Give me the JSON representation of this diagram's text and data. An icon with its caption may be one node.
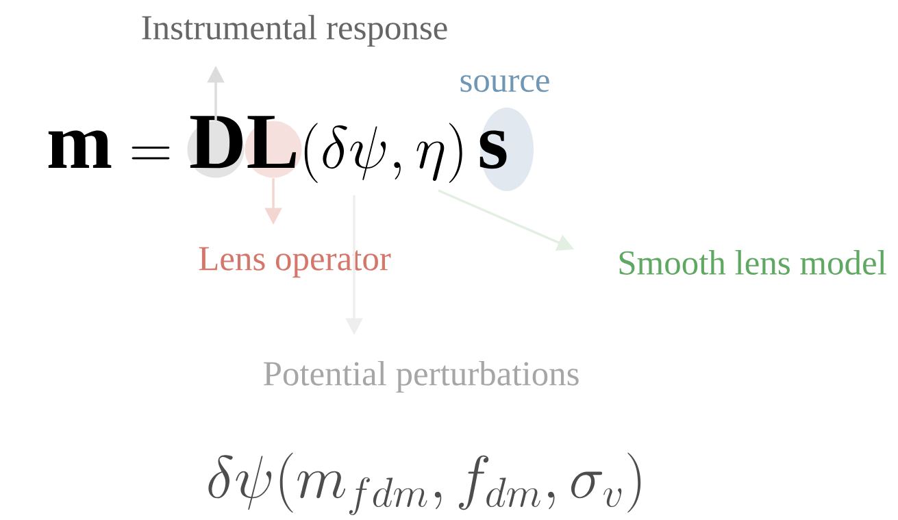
{
  "diagram": {
    "nodes": [
      {
        "text": [
          "Instrumental response"
        ]
      },
      {
        "text": [],
        "shape": "circle"
      },
      {
        "text": [],
        "shape": "circle"
      },
      {
        "text": [],
        "shape": "ellipse",
        "beside": [
          "source"
        ]
      },
      {
        "text": [
          "Lens operator"
        ]
      },
      {
        "text": [
          "Smooth lens model"
        ]
      },
      {
        "text": [
          "Potential perturbations"
        ]
      }
    ],
    "edges": [
      {
        "from": 1,
        "to": 0,
        "arrow": "to",
        "color": "#dcdcdc"
      },
      {
        "from": 2,
        "to": 4,
        "arrow": "to",
        "color": "#f4d6d1"
      },
      {
        "from": null,
        "to": 6,
        "arrow": "to",
        "color": "#eeeeee"
      },
      {
        "from": null,
        "to": 5,
        "arrow": "to",
        "color": "#e3efe2"
      }
    ],
    "labels": [
      "\\mathbf{m} = \\mathbf{D}\\mathbf{L}(\\delta\\psi, \\eta)\\,\\mathbf{s}",
      "\\delta\\psi(m_{fdm}, f_{dm}, \\sigma_v)"
    ]
  }
}
